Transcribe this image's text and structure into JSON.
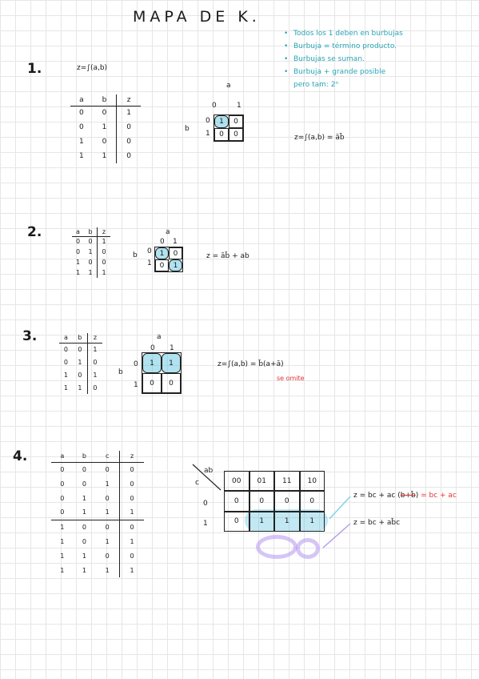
{
  "title": "MAPA DE K.",
  "notes": [
    "Todos los 1 deben en burbujas",
    "Burbuja = término producto.",
    "Burbujas se suman.",
    "Burbuja + grande posible",
    "pero tam: 2ⁿ"
  ],
  "ex1": {
    "num": "1.",
    "func": "z=∫(a,b)",
    "table_header": [
      "a",
      "b",
      "z"
    ],
    "rows": [
      [
        "0",
        "0",
        "1"
      ],
      [
        "0",
        "1",
        "0"
      ],
      [
        "1",
        "0",
        "0"
      ],
      [
        "1",
        "1",
        "0"
      ]
    ],
    "kmap_var_top": "a",
    "kmap_var_side": "b",
    "kmap_cols": [
      "0",
      "1"
    ],
    "kmap_rows": [
      "0",
      "1"
    ],
    "kmap": [
      [
        "1",
        "0"
      ],
      [
        "0",
        "0"
      ]
    ],
    "result": "z=∫(a,b) = āb̄"
  },
  "ex2": {
    "num": "2.",
    "table_header": [
      "a",
      "b",
      "z"
    ],
    "rows": [
      [
        "0",
        "0",
        "1"
      ],
      [
        "0",
        "1",
        "0"
      ],
      [
        "1",
        "0",
        "0"
      ],
      [
        "1",
        "1",
        "1"
      ]
    ],
    "kmap_var_top": "a",
    "kmap_var_side": "b",
    "kmap_cols": [
      "0",
      "1"
    ],
    "kmap_rows": [
      "0",
      "1"
    ],
    "kmap": [
      [
        "1",
        "0"
      ],
      [
        "0",
        "1"
      ]
    ],
    "result": "z = āb̄ + ab"
  },
  "ex3": {
    "num": "3.",
    "table_header": [
      "a",
      "b",
      "z"
    ],
    "rows": [
      [
        "0",
        "0",
        "1"
      ],
      [
        "0",
        "1",
        "0"
      ],
      [
        "1",
        "0",
        "1"
      ],
      [
        "1",
        "1",
        "0"
      ]
    ],
    "kmap_var_top": "a",
    "kmap_var_side": "b",
    "kmap_cols": [
      "0",
      "1"
    ],
    "kmap_rows": [
      "0",
      "1"
    ],
    "kmap": [
      [
        "1",
        "1"
      ],
      [
        "0",
        "0"
      ]
    ],
    "result": "z=∫(a,b) = b̄(a+ā)",
    "note": "se omite"
  },
  "ex4": {
    "num": "4.",
    "table_header": [
      "a",
      "b",
      "c",
      "z"
    ],
    "rows": [
      [
        "0",
        "0",
        "0",
        "0"
      ],
      [
        "0",
        "0",
        "1",
        "0"
      ],
      [
        "0",
        "1",
        "0",
        "0"
      ],
      [
        "0",
        "1",
        "1",
        "1"
      ],
      [
        "1",
        "0",
        "0",
        "0"
      ],
      [
        "1",
        "0",
        "1",
        "1"
      ],
      [
        "1",
        "1",
        "0",
        "0"
      ],
      [
        "1",
        "1",
        "1",
        "1"
      ]
    ],
    "kmap_var_top": "ab",
    "kmap_var_side": "c",
    "kmap_cols": [
      "00",
      "01",
      "11",
      "10"
    ],
    "kmap_rows": [
      "0",
      "1"
    ],
    "kmap": [
      [
        "0",
        "0",
        "0",
        "0"
      ],
      [
        "0",
        "1",
        "1",
        "1"
      ]
    ],
    "result1_main": "z = bc + ac (",
    "result1_strike": "b+b̄",
    "result1_close": ")",
    "result1_red": "= bc + ac",
    "result2": "z = bc + ab̄c"
  }
}
